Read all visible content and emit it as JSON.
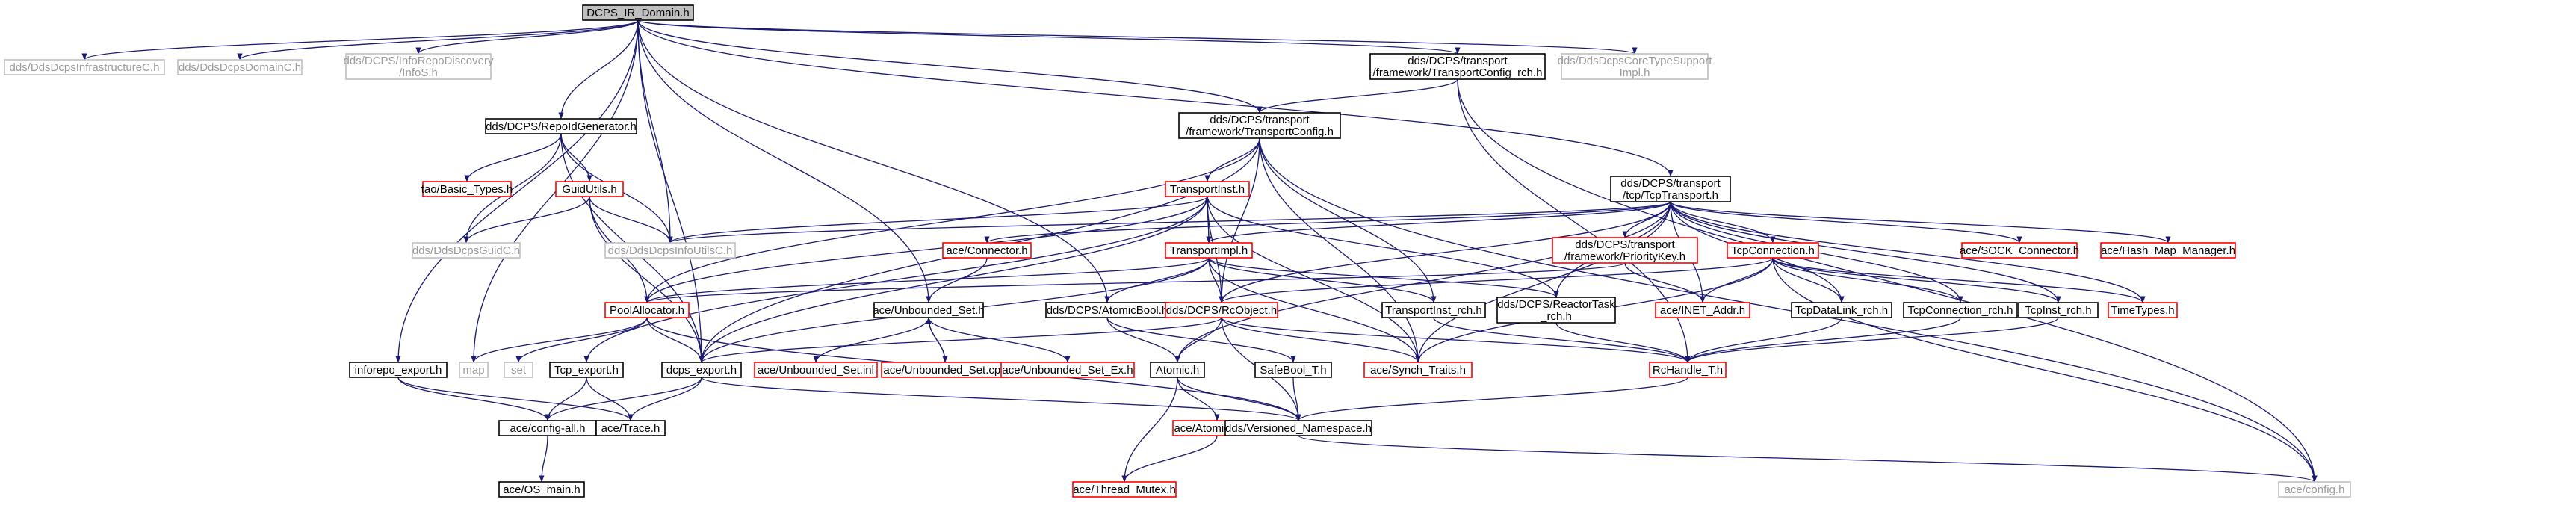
{
  "colors": {
    "edge": "#191970",
    "root_fill": "#bfbfbf",
    "normal_border": "#000000",
    "missing_border": "#bfbfbf",
    "missing_text": "#9a9a9a",
    "truncated_border": "#ff0000",
    "normal_text": "#000000"
  },
  "nodes": [
    {
      "id": "root",
      "lines": [
        "DCPS_IR_Domain.h"
      ],
      "kind": "root"
    },
    {
      "id": "infraC",
      "lines": [
        "dds/DdsDcpsInfrastructureC.h"
      ],
      "kind": "missing"
    },
    {
      "id": "domainC",
      "lines": [
        "dds/DdsDcpsDomainC.h"
      ],
      "kind": "missing"
    },
    {
      "id": "infoRepoDisc",
      "lines": [
        "dds/DCPS/InfoRepoDiscovery",
        "/InfoS.h"
      ],
      "kind": "missing"
    },
    {
      "id": "tcRch",
      "lines": [
        "dds/DCPS/transport",
        "/framework/TransportConfig_rch.h"
      ],
      "kind": "normal"
    },
    {
      "id": "coreTypeSupport",
      "lines": [
        "dds/DdsDcpsCoreTypeSupport",
        "Impl.h"
      ],
      "kind": "missing"
    },
    {
      "id": "repoIdGen",
      "lines": [
        "dds/DCPS/RepoIdGenerator.h"
      ],
      "kind": "normal"
    },
    {
      "id": "transportConfig",
      "lines": [
        "dds/DCPS/transport",
        "/framework/TransportConfig.h"
      ],
      "kind": "normal"
    },
    {
      "id": "tcpTransport",
      "lines": [
        "dds/DCPS/transport",
        "/tcp/TcpTransport.h"
      ],
      "kind": "normal"
    },
    {
      "id": "basicTypes",
      "lines": [
        "tao/Basic_Types.h"
      ],
      "kind": "truncated"
    },
    {
      "id": "guidUtils",
      "lines": [
        "GuidUtils.h"
      ],
      "kind": "truncated"
    },
    {
      "id": "transportInst",
      "lines": [
        "TransportInst.h"
      ],
      "kind": "truncated"
    },
    {
      "id": "guidC",
      "lines": [
        "dds/DdsDcpsGuidC.h"
      ],
      "kind": "missing"
    },
    {
      "id": "infoUtilsC",
      "lines": [
        "dds/DdsDcpsInfoUtilsC.h"
      ],
      "kind": "missing"
    },
    {
      "id": "connector",
      "lines": [
        "ace/Connector.h"
      ],
      "kind": "truncated"
    },
    {
      "id": "transportImpl",
      "lines": [
        "TransportImpl.h"
      ],
      "kind": "truncated"
    },
    {
      "id": "priorityKey",
      "lines": [
        "dds/DCPS/transport",
        "/framework/PriorityKey.h"
      ],
      "kind": "truncated"
    },
    {
      "id": "tcpConnection",
      "lines": [
        "TcpConnection.h"
      ],
      "kind": "truncated"
    },
    {
      "id": "sockConnector",
      "lines": [
        "ace/SOCK_Connector.h"
      ],
      "kind": "truncated"
    },
    {
      "id": "hashMap",
      "lines": [
        "ace/Hash_Map_Manager.h"
      ],
      "kind": "truncated"
    },
    {
      "id": "poolAllocator",
      "lines": [
        "PoolAllocator.h"
      ],
      "kind": "truncated"
    },
    {
      "id": "unboundedSet",
      "lines": [
        "ace/Unbounded_Set.h"
      ],
      "kind": "normal"
    },
    {
      "id": "atomicBool",
      "lines": [
        "dds/DCPS/AtomicBool.h"
      ],
      "kind": "normal"
    },
    {
      "id": "rcObject",
      "lines": [
        "dds/DCPS/RcObject.h"
      ],
      "kind": "truncated"
    },
    {
      "id": "transportInstRch",
      "lines": [
        "TransportInst_rch.h"
      ],
      "kind": "normal"
    },
    {
      "id": "reactorTaskRch",
      "lines": [
        "dds/DCPS/ReactorTask",
        "_rch.h"
      ],
      "kind": "normal"
    },
    {
      "id": "inetAddr",
      "lines": [
        "ace/INET_Addr.h"
      ],
      "kind": "truncated"
    },
    {
      "id": "tcpDataLinkRch",
      "lines": [
        "TcpDataLink_rch.h"
      ],
      "kind": "normal"
    },
    {
      "id": "tcpConnectionRch",
      "lines": [
        "TcpConnection_rch.h"
      ],
      "kind": "normal"
    },
    {
      "id": "tcpInstRch",
      "lines": [
        "TcpInst_rch.h"
      ],
      "kind": "normal"
    },
    {
      "id": "timeTypes",
      "lines": [
        "TimeTypes.h"
      ],
      "kind": "truncated"
    },
    {
      "id": "inforepoExport",
      "lines": [
        "inforepo_export.h"
      ],
      "kind": "normal"
    },
    {
      "id": "map",
      "lines": [
        "map"
      ],
      "kind": "missing"
    },
    {
      "id": "set",
      "lines": [
        "set"
      ],
      "kind": "missing"
    },
    {
      "id": "tcpExport",
      "lines": [
        "Tcp_export.h"
      ],
      "kind": "normal"
    },
    {
      "id": "dcpsExport",
      "lines": [
        "dcps_export.h"
      ],
      "kind": "normal"
    },
    {
      "id": "unboundedSetInl",
      "lines": [
        "ace/Unbounded_Set.inl"
      ],
      "kind": "truncated"
    },
    {
      "id": "unboundedSetCpp",
      "lines": [
        "ace/Unbounded_Set.cpp"
      ],
      "kind": "truncated"
    },
    {
      "id": "unboundedSetEx",
      "lines": [
        "ace/Unbounded_Set_Ex.h"
      ],
      "kind": "truncated"
    },
    {
      "id": "atomicH",
      "lines": [
        "Atomic.h"
      ],
      "kind": "normal"
    },
    {
      "id": "safeBool",
      "lines": [
        "SafeBool_T.h"
      ],
      "kind": "normal"
    },
    {
      "id": "synchTraits",
      "lines": [
        "ace/Synch_Traits.h"
      ],
      "kind": "truncated"
    },
    {
      "id": "rcHandle",
      "lines": [
        "RcHandle_T.h"
      ],
      "kind": "truncated"
    },
    {
      "id": "configAll",
      "lines": [
        "ace/config-all.h"
      ],
      "kind": "normal"
    },
    {
      "id": "aceTrace",
      "lines": [
        "ace/Trace.h"
      ],
      "kind": "normal"
    },
    {
      "id": "atomicOp",
      "lines": [
        "ace/Atomic_Op.h"
      ],
      "kind": "truncated"
    },
    {
      "id": "versionedNs",
      "lines": [
        "dds/Versioned_Namespace.h"
      ],
      "kind": "normal"
    },
    {
      "id": "osMain",
      "lines": [
        "ace/OS_main.h"
      ],
      "kind": "normal"
    },
    {
      "id": "threadMutex",
      "lines": [
        "ace/Thread_Mutex.h"
      ],
      "kind": "truncated"
    },
    {
      "id": "aceConfig",
      "lines": [
        "ace/config.h"
      ],
      "kind": "missing"
    }
  ],
  "edges": [
    [
      "root",
      "infraC"
    ],
    [
      "root",
      "domainC"
    ],
    [
      "root",
      "infoRepoDisc"
    ],
    [
      "root",
      "tcRch"
    ],
    [
      "root",
      "coreTypeSupport"
    ],
    [
      "root",
      "repoIdGen"
    ],
    [
      "root",
      "transportConfig"
    ],
    [
      "root",
      "tcpTransport"
    ],
    [
      "root",
      "infoUtilsC"
    ],
    [
      "root",
      "unboundedSet"
    ],
    [
      "root",
      "atomicBool"
    ],
    [
      "root",
      "inforepoExport"
    ],
    [
      "root",
      "map"
    ],
    [
      "root",
      "dcpsExport"
    ],
    [
      "tcRch",
      "transportConfig"
    ],
    [
      "tcRch",
      "rcHandle"
    ],
    [
      "tcRch",
      "aceConfig"
    ],
    [
      "repoIdGen",
      "basicTypes"
    ],
    [
      "repoIdGen",
      "guidUtils"
    ],
    [
      "repoIdGen",
      "guidC"
    ],
    [
      "repoIdGen",
      "infoUtilsC"
    ],
    [
      "repoIdGen",
      "dcpsExport"
    ],
    [
      "guidUtils",
      "guidC"
    ],
    [
      "guidUtils",
      "infoUtilsC"
    ],
    [
      "guidUtils",
      "poolAllocator"
    ],
    [
      "guidUtils",
      "dcpsExport"
    ],
    [
      "transportConfig",
      "transportInst"
    ],
    [
      "transportConfig",
      "poolAllocator"
    ],
    [
      "transportConfig",
      "dcpsExport"
    ],
    [
      "transportConfig",
      "rcObject"
    ],
    [
      "transportConfig",
      "transportInstRch"
    ],
    [
      "transportConfig",
      "synchTraits"
    ],
    [
      "transportConfig",
      "aceConfig"
    ],
    [
      "transportInst",
      "transportImpl"
    ],
    [
      "transportInst",
      "infoUtilsC"
    ],
    [
      "transportInst",
      "poolAllocator"
    ],
    [
      "transportInst",
      "rcObject"
    ],
    [
      "transportInst",
      "reactorTaskRch"
    ],
    [
      "transportInst",
      "synchTraits"
    ],
    [
      "transportInst",
      "dcpsExport"
    ],
    [
      "transportInst",
      "tcpExport"
    ],
    [
      "transportImpl",
      "transportInst"
    ],
    [
      "transportImpl",
      "poolAllocator"
    ],
    [
      "transportImpl",
      "atomicBool"
    ],
    [
      "transportImpl",
      "rcObject"
    ],
    [
      "transportImpl",
      "transportInstRch"
    ],
    [
      "transportImpl",
      "reactorTaskRch"
    ],
    [
      "transportImpl",
      "synchTraits"
    ],
    [
      "transportImpl",
      "dcpsExport"
    ],
    [
      "tcpTransport",
      "transportImpl"
    ],
    [
      "tcpTransport",
      "connector"
    ],
    [
      "tcpTransport",
      "priorityKey"
    ],
    [
      "tcpTransport",
      "tcpConnection"
    ],
    [
      "tcpTransport",
      "sockConnector"
    ],
    [
      "tcpTransport",
      "hashMap"
    ],
    [
      "tcpTransport",
      "rcObject"
    ],
    [
      "tcpTransport",
      "reactorTaskRch"
    ],
    [
      "tcpTransport",
      "inetAddr"
    ],
    [
      "tcpTransport",
      "tcpDataLinkRch"
    ],
    [
      "tcpTransport",
      "tcpConnectionRch"
    ],
    [
      "tcpTransport",
      "tcpInstRch"
    ],
    [
      "tcpTransport",
      "timeTypes"
    ],
    [
      "tcpTransport",
      "atomicH"
    ],
    [
      "tcpTransport",
      "synchTraits"
    ],
    [
      "tcpTransport",
      "infoUtilsC"
    ],
    [
      "connector",
      "unboundedSet"
    ],
    [
      "priorityKey",
      "inetAddr"
    ],
    [
      "priorityKey",
      "poolAllocator"
    ],
    [
      "tcpConnection",
      "inetAddr"
    ],
    [
      "tcpConnection",
      "tcpDataLinkRch"
    ],
    [
      "tcpConnection",
      "tcpConnectionRch"
    ],
    [
      "tcpConnection",
      "tcpInstRch"
    ],
    [
      "tcpConnection",
      "timeTypes"
    ],
    [
      "tcpConnection",
      "rcObject"
    ],
    [
      "tcpConnection",
      "synchTraits"
    ],
    [
      "tcpConnection",
      "aceConfig"
    ],
    [
      "poolAllocator",
      "map"
    ],
    [
      "poolAllocator",
      "set"
    ],
    [
      "poolAllocator",
      "dcpsExport"
    ],
    [
      "poolAllocator",
      "versionedNs"
    ],
    [
      "unboundedSet",
      "unboundedSetInl"
    ],
    [
      "unboundedSet",
      "unboundedSetCpp"
    ],
    [
      "unboundedSet",
      "unboundedSetEx"
    ],
    [
      "unboundedSetCpp",
      "unboundedSet"
    ],
    [
      "atomicBool",
      "atomicH"
    ],
    [
      "atomicBool",
      "safeBool"
    ],
    [
      "rcObject",
      "atomicH"
    ],
    [
      "rcObject",
      "synchTraits"
    ],
    [
      "rcObject",
      "rcHandle"
    ],
    [
      "rcObject",
      "versionedNs"
    ],
    [
      "rcObject",
      "dcpsExport"
    ],
    [
      "transportInstRch",
      "rcHandle"
    ],
    [
      "reactorTaskRch",
      "rcHandle"
    ],
    [
      "tcpDataLinkRch",
      "rcHandle"
    ],
    [
      "tcpConnectionRch",
      "rcHandle"
    ],
    [
      "tcpInstRch",
      "rcHandle"
    ],
    [
      "atomicH",
      "atomicOp"
    ],
    [
      "atomicH",
      "threadMutex"
    ],
    [
      "atomicH",
      "versionedNs"
    ],
    [
      "atomicOp",
      "threadMutex"
    ],
    [
      "safeBool",
      "versionedNs"
    ],
    [
      "rcHandle",
      "versionedNs"
    ],
    [
      "inforepoExport",
      "configAll"
    ],
    [
      "inforepoExport",
      "aceTrace"
    ],
    [
      "tcpExport",
      "configAll"
    ],
    [
      "tcpExport",
      "aceTrace"
    ],
    [
      "dcpsExport",
      "configAll"
    ],
    [
      "dcpsExport",
      "aceTrace"
    ],
    [
      "dcpsExport",
      "versionedNs"
    ],
    [
      "configAll",
      "osMain"
    ],
    [
      "versionedNs",
      "aceConfig"
    ]
  ]
}
